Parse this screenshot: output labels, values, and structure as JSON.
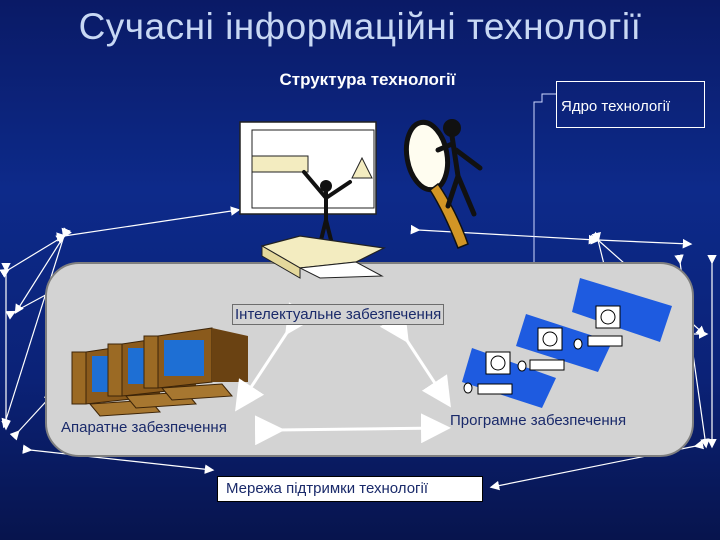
{
  "slide": {
    "title": "Сучасні інформаційні технології",
    "subtitle": "Структура технології",
    "kernel_label": "Ядро технології",
    "intellectual_label": "Інтелектуальне забезпечення",
    "hardware_label": "Апаратне забезпечення",
    "software_label": "Програмне забезпечення",
    "network_label": "Мережа підтримки технології"
  },
  "colors": {
    "background": "#0b2277",
    "title": "#c8d8f4",
    "panel": "#d3d3d3",
    "label_text": "#1a2a6a",
    "monitor_screen": "#1e6fd4",
    "monitor_body": "#8a5a1c"
  },
  "icons": [
    "presenter-clipart-icon",
    "magnifier-person-icon",
    "computer-group-icon",
    "network-computers-icon",
    "arrows-icon"
  ]
}
